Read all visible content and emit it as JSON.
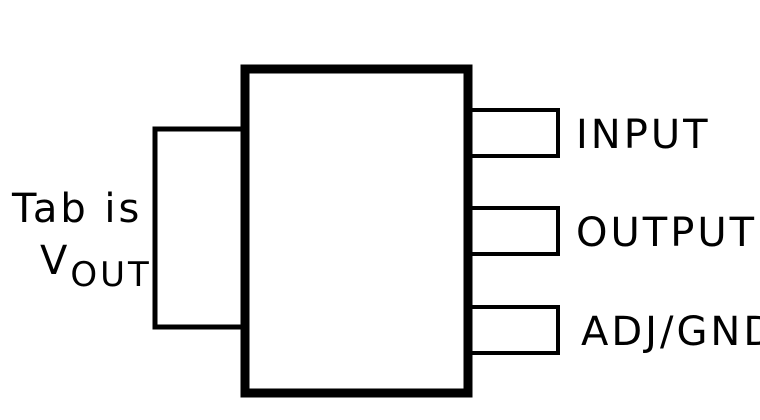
{
  "package": {
    "stroke_color": "#000000",
    "pins": [
      {
        "id": "input",
        "label": "INPUT"
      },
      {
        "id": "output",
        "label": "OUTPUT"
      },
      {
        "id": "adj-gnd",
        "label": "ADJ/GND"
      }
    ],
    "tab": {
      "line1": "Tab is",
      "v_main": "V",
      "v_sub": "OUT"
    }
  }
}
